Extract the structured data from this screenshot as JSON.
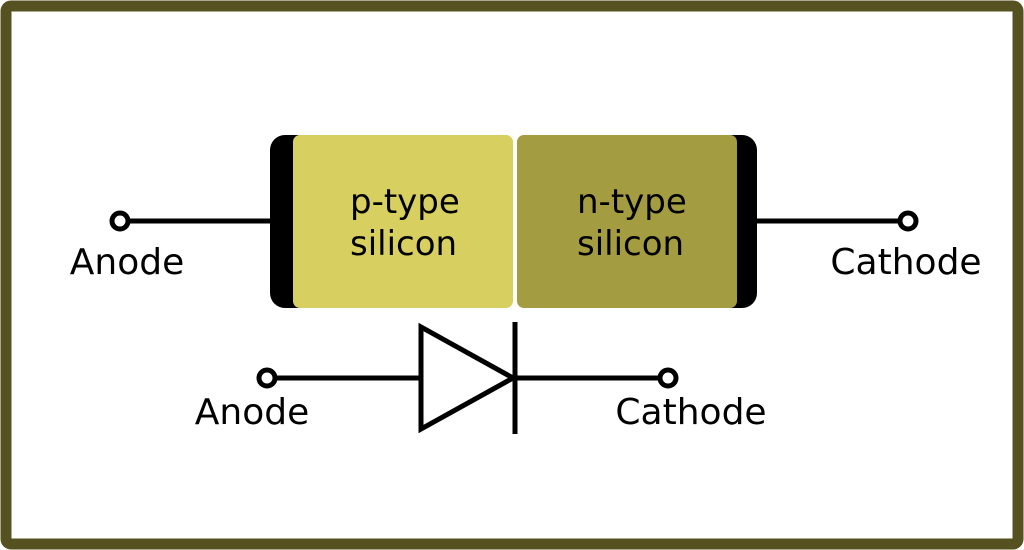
{
  "colors": {
    "background": "#ffffff",
    "border": "#565120",
    "p_type": "#d7cf60",
    "n_type": "#a49c41",
    "terminal_cap": "#000000"
  },
  "junction_diagram": {
    "p_region": {
      "line1": "p-type",
      "line2": "silicon"
    },
    "n_region": {
      "line1": "n-type",
      "line2": "silicon"
    },
    "anode_label": "Anode",
    "cathode_label": "Cathode"
  },
  "symbol_diagram": {
    "anode_label": "Anode",
    "cathode_label": "Cathode"
  }
}
